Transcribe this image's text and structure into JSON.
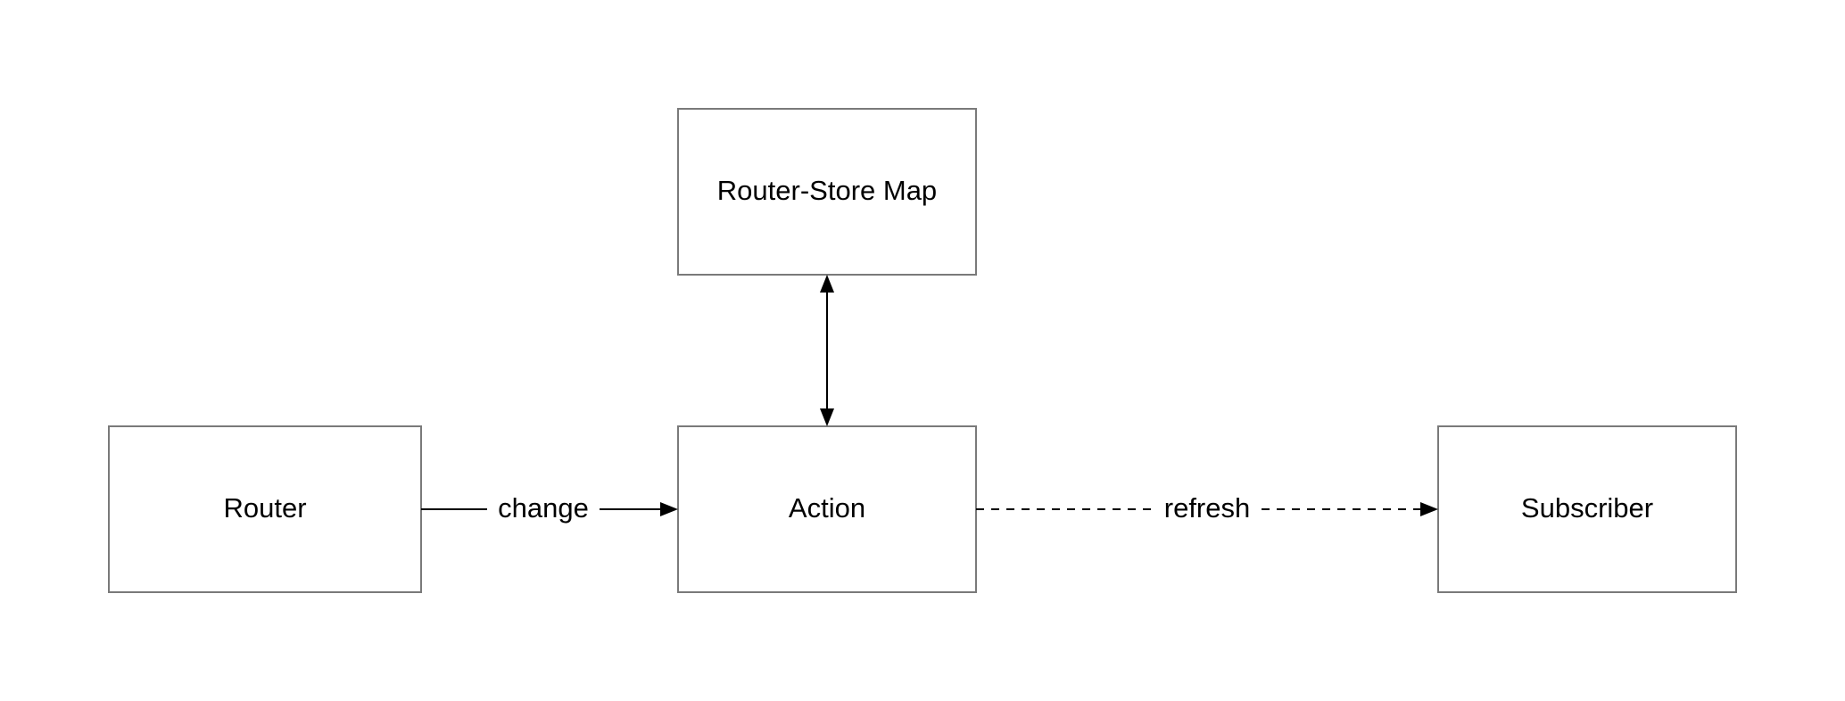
{
  "nodes": {
    "router_store_map": {
      "label": "Router-Store Map"
    },
    "router": {
      "label": "Router"
    },
    "action": {
      "label": "Action"
    },
    "subscriber": {
      "label": "Subscriber"
    }
  },
  "edges": {
    "router_to_action": {
      "label": "change",
      "style": "solid",
      "from": "Router",
      "to": "Action"
    },
    "action_to_subscriber": {
      "label": "refresh",
      "style": "dashed",
      "from": "Action",
      "to": "Subscriber"
    },
    "action_map_link": {
      "label": "",
      "style": "solid",
      "from": "Action",
      "to": "Router-Store Map",
      "bidirectional": true
    }
  },
  "colors": {
    "box_border": "#7a7a7a",
    "line": "#000000",
    "text": "#000000",
    "background": "#ffffff"
  }
}
